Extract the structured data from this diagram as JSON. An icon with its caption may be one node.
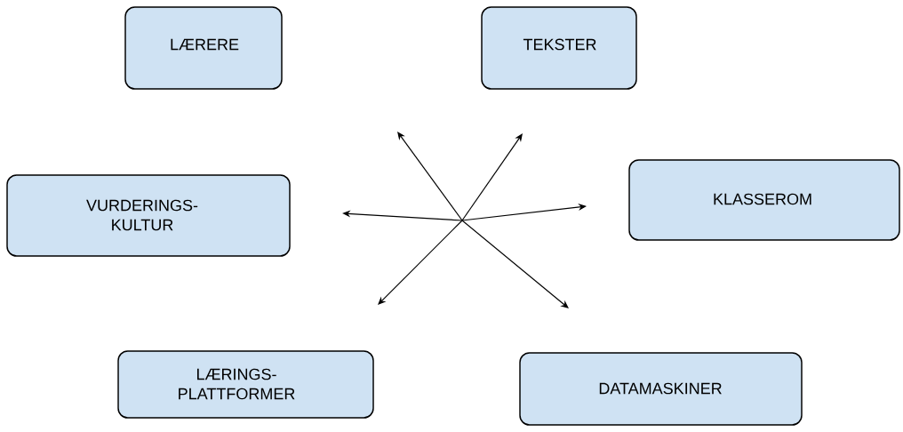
{
  "diagram": {
    "nodes": [
      {
        "text": [
          "LÆRERE"
        ]
      },
      {
        "text": [
          "TEKSTER"
        ]
      },
      {
        "text": [
          "VURDERINGS- KULTUR"
        ]
      },
      {
        "text": [
          "KLASSEROM"
        ]
      },
      {
        "text": [
          "LÆRINGS- PLATTFORMER"
        ]
      },
      {
        "text": [
          "DATAMASKINER"
        ]
      }
    ]
  }
}
